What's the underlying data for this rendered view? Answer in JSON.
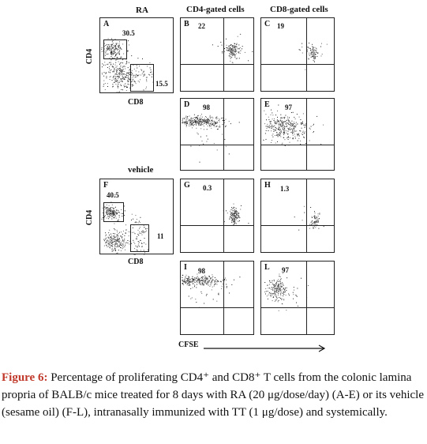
{
  "headers": {
    "ra": "RA",
    "cd4_gated": "CD4-gated cells",
    "cd8_gated": "CD8-gated cells",
    "vehicle": "vehicle"
  },
  "axes": {
    "cd4_top": "CD4",
    "cd8_top": "CD8",
    "cd4_bottom": "CD4",
    "cd8_bottom": "CD8",
    "cfse": "CFSE"
  },
  "panels": {
    "A": {
      "label": "A",
      "value_top": "30.5",
      "value_bottom": "15.5"
    },
    "B": {
      "label": "B",
      "value": "22"
    },
    "C": {
      "label": "C",
      "value": "19"
    },
    "D": {
      "label": "D",
      "value": "98"
    },
    "E": {
      "label": "E",
      "value": "97"
    },
    "F": {
      "label": "F",
      "value_top": "40.5",
      "value_bottom": "11"
    },
    "G": {
      "label": "G",
      "value": "0.3"
    },
    "H": {
      "label": "H",
      "value": "1.3"
    },
    "I": {
      "label": "I",
      "value": "98"
    },
    "L": {
      "label": "L",
      "value": "97"
    }
  },
  "caption": {
    "figure_label": "Figure 6:",
    "text": " Percentage of proliferating CD4⁺ and CD8⁺ T cells from the colonic lamina propria of BALB/c mice treated for 8 days with RA (20 μg/dose/day) (A-E) or its vehicle (sesame oil) (F-L), intranasally immunized with TT (1 μg/dose) and systemically."
  }
}
